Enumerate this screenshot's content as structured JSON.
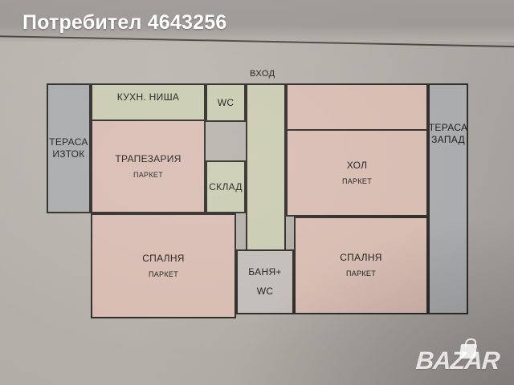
{
  "page": {
    "title": "Потребител 4643256",
    "watermark": "BAZAR",
    "watermark_icon": "shopping-bag-icon"
  },
  "floorplan": {
    "entrance_label": "ВХОД",
    "flooring_label": "ПАРКЕТ",
    "colors": {
      "pink_room": "#d8bcb2",
      "green_room": "#c9ccb1",
      "terrace_gray": "#a9abad",
      "bath_white": "#c3bdb9",
      "wall_stroke": "#2e2b28",
      "paper_background": "#b6b1ab"
    },
    "rooms": [
      {
        "id": "terasa-iztok",
        "name": "ТЕРАСА",
        "name2": "ИЗТОК",
        "flooring": "",
        "color": "gray"
      },
      {
        "id": "kuhn-nisha",
        "name": "КУХН. НИША",
        "name2": "",
        "flooring": "",
        "color": "green"
      },
      {
        "id": "trapezaria",
        "name": "ТРАПЕЗАРИЯ",
        "name2": "",
        "flooring": "ПАРКЕТ",
        "color": "pink"
      },
      {
        "id": "wc",
        "name": "WC",
        "name2": "",
        "flooring": "",
        "color": "green"
      },
      {
        "id": "sklad",
        "name": "СКЛАД",
        "name2": "",
        "flooring": "",
        "color": "green"
      },
      {
        "id": "koridor",
        "name": "",
        "name2": "",
        "flooring": "",
        "color": "green"
      },
      {
        "id": "hol",
        "name": "ХОЛ",
        "name2": "",
        "flooring": "ПАРКЕТ",
        "color": "pink"
      },
      {
        "id": "terasa-zapad",
        "name": "ТЕРАСА",
        "name2": "ЗАПАД",
        "flooring": "",
        "color": "gray"
      },
      {
        "id": "spalnya-left",
        "name": "СПАЛНЯ",
        "name2": "",
        "flooring": "ПАРКЕТ",
        "color": "pink"
      },
      {
        "id": "spalnya-right",
        "name": "СПАЛНЯ",
        "name2": "",
        "flooring": "ПАРКЕТ",
        "color": "pink"
      },
      {
        "id": "banya-wc",
        "name": "БАНЯ+",
        "name2": "WC",
        "flooring": "",
        "color": "white"
      }
    ]
  }
}
